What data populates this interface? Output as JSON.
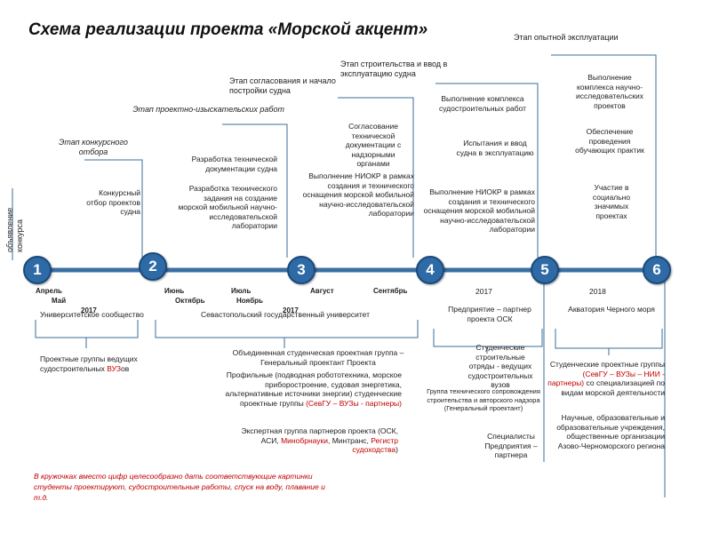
{
  "title": "Схема реализации проекта «Морской акцент»",
  "stages": {
    "s1": "объявление конкурса",
    "s2": "Этап конкурсного отбора",
    "s3": "Этап проектно-изыскательских работ",
    "s4": "Этап согласования и начало постройки судна",
    "s5": "Этап  строительства и ввод в эксплуатацию судна",
    "s6": "Этап опытной эксплуатации"
  },
  "tasks": {
    "t2": "Конкурсный отбор проектов судна",
    "t3a": "Разработка технической документации судна",
    "t3b": "Разработка технического задания на создание морской мобильной научно-исследовательской лаборатории",
    "t4a": "Согласование технической документации с надзорными органами",
    "t4b": "Выполнение НИОКР в рамках создания и технического оснащения морской мобильной научно-исследовательской лаборатории",
    "t5a": "Выполнение комплекса судостроительных работ",
    "t5b": "Испытания и ввод судна в эксплуатацию",
    "t5c": "Выполнение НИОКР в рамках создания и технического оснащения морской мобильной научно-исследовательской лаборатории",
    "t6a": "Выполнение комплекса научно-исследовательских проектов",
    "t6b": "Обеспечение проведения обучающих практик",
    "t6c": "Участие в социально значимых проектах"
  },
  "milestones": [
    "1",
    "2",
    "3",
    "4",
    "5",
    "6"
  ],
  "dates": {
    "d1": "Апрель",
    "d2": "Май",
    "d3": "Июнь",
    "d4": "Октябрь",
    "d5": "Июль",
    "d6": "Ноябрь",
    "d7": "Август",
    "d8": "Сентябрь",
    "y1": "2017",
    "y2": "2017",
    "y3": "2017",
    "y4": "2018"
  },
  "participants": {
    "p1": "Университетское сообщество",
    "p1b_pre": "Проектные группы ведущих судостроительных ",
    "p1b_red": "ВУЗ",
    "p1b_post": "ов",
    "p2": "Севастопольский государственный университет",
    "p2a": "Объединенная студенческая проектная группа – Генеральный проектант Проекта",
    "p2b": "Профильные (подводная робототехника, морское приборостроение, судовая энергетика, альтернативные источники энергии) студенческие проектные группы",
    "p2b_red": "(СевГУ – ВУЗы - партнеры)",
    "p2c_pre": "Экспертная группа партнеров проекта (ОСК, АСИ, ",
    "p2c_red1": "Минобрнауки",
    "p2c_mid": ", Минтранс, ",
    "p2c_red2": "Регистр судоходства",
    "p2c_post": ")",
    "p3": "Предприятие – партнер проекта ОСК",
    "p3a": "Студенческие строительные отряды - ведущих судостроительных вузов",
    "p3b": "Группа технического сопровождения строительства и авторского надзора (Генеральный проектант)",
    "p3c": "Специалисты Предприятия – партнера",
    "p4": "Акватория Черного моря",
    "p4a_pre": "Студенческие проектные группы",
    "p4a_red": "(СевГУ – ВУЗы – НИИ - партнеры)",
    "p4a_post": "со специализацией по видам морской деятельности",
    "p4b": "Научные, образовательные и образовательные учреждения, общественные организации Азово-Черноморского региона"
  },
  "note": "В кружочках вместо цифр целесообразно дать соответствующие картинки студенты проектируют, судостроительные работы, спуск на воду, плавание и т.д."
}
